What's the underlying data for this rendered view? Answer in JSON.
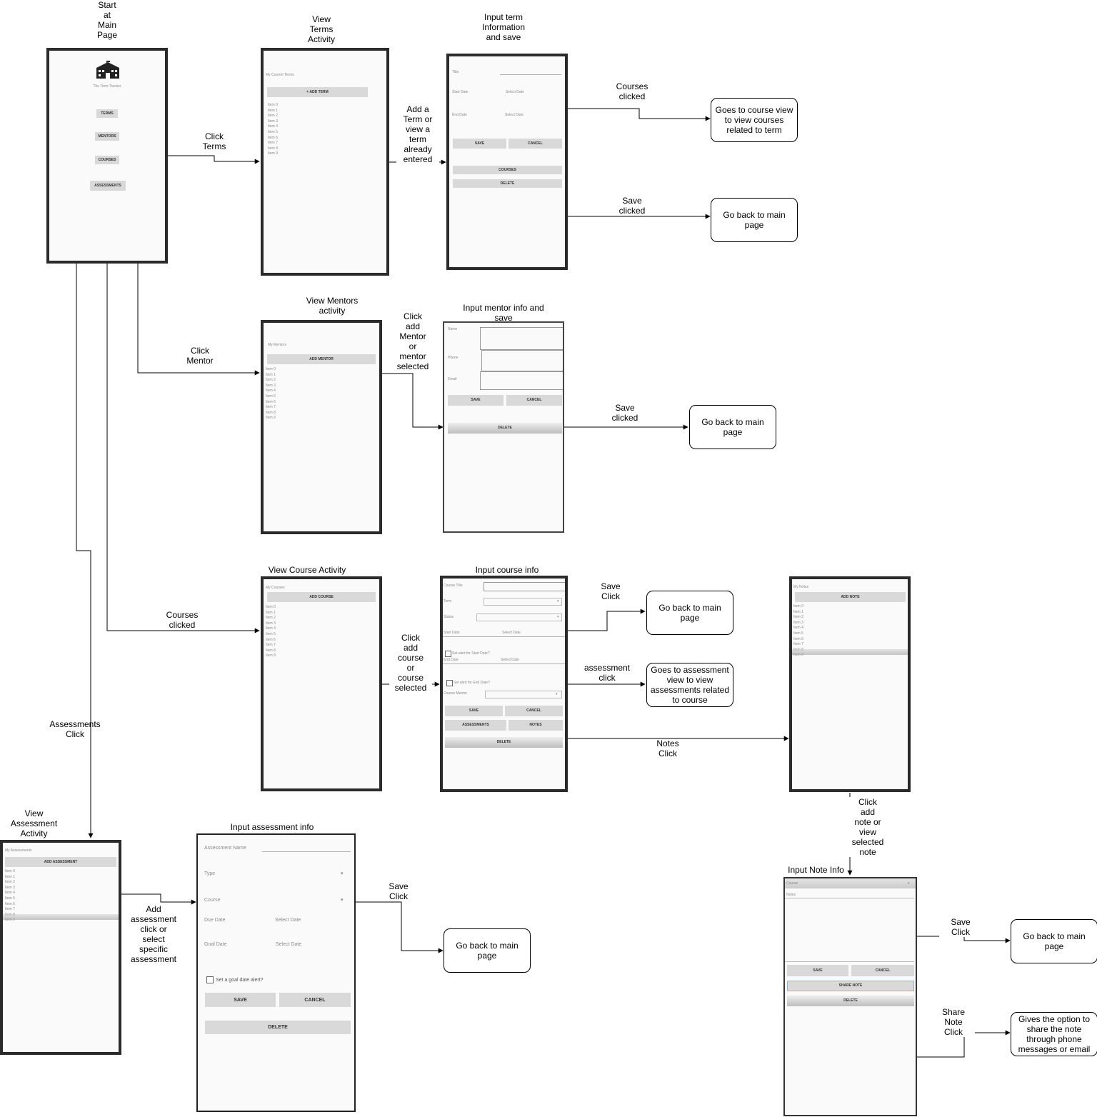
{
  "titles": {
    "main": "Start\nat\nMain\nPage",
    "terms": "View\nTerms\nActivity",
    "term_input": "Input term\nInformation\nand save",
    "mentors": "View Mentors\nactivity",
    "mentor_input": "Input mentor info and\nsave",
    "courses": "View Course Activity",
    "course_input": "Input course info",
    "assess": "View\nAssessment\nActivity",
    "assess_input": "Input assessment info",
    "note_input": "Input Note Info"
  },
  "edges": {
    "click_terms": "Click\nTerms",
    "add_term": "Add a\nTerm or\nview a\nterm\nalready\nentered",
    "courses_clicked_term": "Courses\nclicked",
    "save_clicked_term": "Save\nclicked",
    "click_mentor": "Click\nMentor",
    "add_mentor": "Click\nadd\nMentor\nor\nmentor\nselected",
    "save_clicked_mentor": "Save\nclicked",
    "courses_clicked": "Courses\nclicked",
    "add_course": "Click\nadd\ncourse\nor\ncourse\nselected",
    "save_click_course": "Save\nClick",
    "assessment_click": "assessment\nclick",
    "notes_click": "Notes\nClick",
    "assessments_click": "Assessments\nClick",
    "add_assessment": "Add\nassessment\nclick or\nselect\nspecific\nassessment",
    "save_click_assess": "Save\nClick",
    "add_note": "Click\nadd\nnote or\nview\nselected\nnote",
    "save_click_note": "Save\nClick",
    "share_note_click": "Share\nNote\nClick"
  },
  "outcomes": {
    "term_courses": "Goes to course view\nto view courses\nrelated to term",
    "term_save": "Go back to main\npage",
    "mentor_save": "Go back to main\npage",
    "course_save": "Go back to main\npage",
    "course_assess": "Goes to assessment\nview to view\nassessments related\nto course",
    "assess_save": "Go back to main\npage",
    "note_save": "Go back to main\npage",
    "note_share": "Gives the option to\nshare the note\nthrough phone\nmessages or email"
  },
  "screens": {
    "main": {
      "app_name": "The Term Tracker",
      "buttons": [
        "TERMS",
        "MENTORS",
        "COURSES",
        "ASSESSMENTS"
      ]
    },
    "terms": {
      "heading": "My Current Terms",
      "add": "+ ADD TERM"
    },
    "term_form": {
      "title": "Title",
      "start": "Start Date",
      "end": "End Date",
      "select": "Select Date",
      "save": "SAVE",
      "cancel": "CANCEL",
      "courses": "COURSES",
      "delete": "DELETE"
    },
    "mentors": {
      "heading": "My Mentors",
      "add": "ADD MENTOR"
    },
    "mentor_form": {
      "name": "Name",
      "phone": "Phone",
      "email": "Email",
      "save": "SAVE",
      "cancel": "CANCEL",
      "delete": "DELETE"
    },
    "courses": {
      "heading": "My Courses",
      "add": "ADD COURSE"
    },
    "course_form": {
      "title": "Course Title",
      "term": "Term",
      "status": "Status",
      "start": "Start Date",
      "end": "End Date",
      "select": "Select Date",
      "alert_start": "Set alert for Start Date?",
      "alert_end": "Set alert for End Date?",
      "mentor": "Course Mentor",
      "save": "SAVE",
      "cancel": "CANCEL",
      "assessments": "ASSESSMENTS",
      "notes": "NOTES",
      "delete": "DELETE"
    },
    "notes": {
      "heading": "My Notes",
      "add": "ADD NOTE"
    },
    "assess": {
      "heading": "My Assessments",
      "add": "ADD ASSESSMENT"
    },
    "assess_form": {
      "name": "Assessment Name",
      "type": "Type",
      "course": "Course",
      "due": "Due Date",
      "goal": "Goal Date",
      "select": "Select Date",
      "alert": "Set a goal date alert?",
      "save": "SAVE",
      "cancel": "CANCEL",
      "delete": "DELETE"
    },
    "note_form": {
      "course": "Course",
      "notes": "Notes",
      "save": "SAVE",
      "cancel": "CANCEL",
      "share": "SHARE NOTE",
      "delete": "DELETE"
    }
  },
  "list_items": [
    "Item 0",
    "Item 1",
    "Item 2",
    "Item 3",
    "Item 4",
    "Item 5",
    "Item 6",
    "Item 7",
    "Item 8",
    "Item 9"
  ]
}
